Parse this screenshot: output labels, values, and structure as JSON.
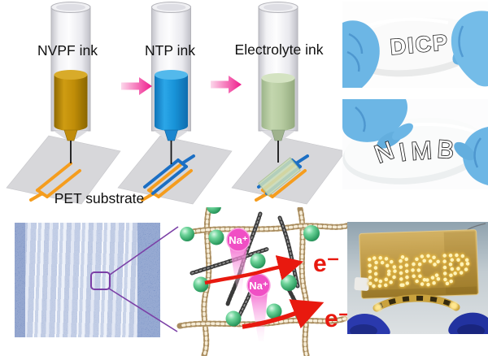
{
  "process": {
    "step1_label": "NVPF ink",
    "step2_label": "NTP ink",
    "step3_label": "Electrolyte ink",
    "substrate_label": "PET substrate"
  },
  "photos": {
    "film_top_text": "DICP",
    "film_bottom_text": "NIMB",
    "led_display_text": "DICP"
  },
  "schematic": {
    "ion_label": "Na⁺",
    "electron_label": "e⁻"
  },
  "colors": {
    "nvpf_ink": "#bf8d07",
    "ntp_ink": "#1795db",
    "electrolyte_ink": "#bcd0a8",
    "arrow_pink": "#ef1b8b",
    "electrode_orange": "#f59d1e",
    "electrode_blue": "#1b6fc4",
    "fiber_tan": "#d8c095",
    "cnt_black": "#3a3a3a",
    "sphere_green": "#57c98c",
    "ion_pink": "#f04fc4",
    "electron_red": "#e8190f",
    "highlight_purple": "#7b3fa6",
    "sem_blue": "#8298c8",
    "glove_light_blue": "#6cb6e5",
    "glove_dark_blue": "#2a39ad",
    "led_gold": "#fff3b8",
    "panel_gold": "#bd9844"
  }
}
